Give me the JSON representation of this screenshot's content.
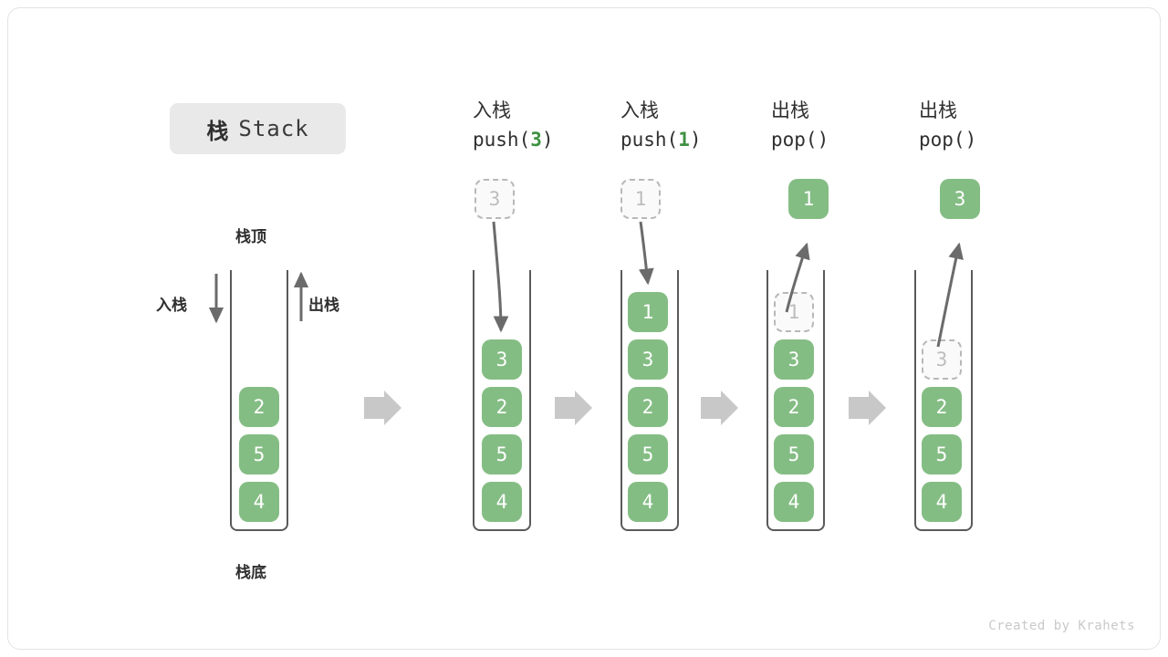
{
  "title": {
    "cn": "栈",
    "en": "Stack"
  },
  "labels": {
    "top": "栈顶",
    "bottom": "栈底",
    "push_side": "入栈",
    "pop_side": "出栈"
  },
  "watermark": "Created by Krahets",
  "colors": {
    "element_green": "#84bd84",
    "accent_green": "#3f9142",
    "ghost_border": "#b8b8b8",
    "ghost_text": "#bdbdbd",
    "tube_stroke": "#5a5a5a",
    "flow_arrow": "#c8c8c8",
    "curve_arrow": "#6b6b6b",
    "badge_bg": "#e9e9e9",
    "text": "#2f2f2f"
  },
  "columns": [
    {
      "id": "initial",
      "header_cn": "",
      "header_code": "",
      "header_arg": "",
      "floating": null,
      "stack": [
        {
          "value": "2",
          "state": "solid"
        },
        {
          "value": "5",
          "state": "solid"
        },
        {
          "value": "4",
          "state": "solid"
        }
      ]
    },
    {
      "id": "push-3",
      "header_cn": "入栈",
      "header_code_pre": "push(",
      "header_arg": "3",
      "header_code_post": ")",
      "floating": {
        "value": "3",
        "state": "ghost",
        "position": "above"
      },
      "stack": [
        {
          "value": "3",
          "state": "solid"
        },
        {
          "value": "2",
          "state": "solid"
        },
        {
          "value": "5",
          "state": "solid"
        },
        {
          "value": "4",
          "state": "solid"
        }
      ]
    },
    {
      "id": "push-1",
      "header_cn": "入栈",
      "header_code_pre": "push(",
      "header_arg": "1",
      "header_code_post": ")",
      "floating": {
        "value": "1",
        "state": "ghost",
        "position": "above"
      },
      "stack": [
        {
          "value": "1",
          "state": "solid"
        },
        {
          "value": "3",
          "state": "solid"
        },
        {
          "value": "2",
          "state": "solid"
        },
        {
          "value": "5",
          "state": "solid"
        },
        {
          "value": "4",
          "state": "solid"
        }
      ]
    },
    {
      "id": "pop-1",
      "header_cn": "出栈",
      "header_code_pre": "pop(",
      "header_arg": "",
      "header_code_post": ")",
      "floating": {
        "value": "1",
        "state": "solid",
        "position": "above"
      },
      "stack": [
        {
          "value": "1",
          "state": "ghost"
        },
        {
          "value": "3",
          "state": "solid"
        },
        {
          "value": "2",
          "state": "solid"
        },
        {
          "value": "5",
          "state": "solid"
        },
        {
          "value": "4",
          "state": "solid"
        }
      ]
    },
    {
      "id": "pop-3",
      "header_cn": "出栈",
      "header_code_pre": "pop(",
      "header_arg": "",
      "header_code_post": ")",
      "floating": {
        "value": "3",
        "state": "solid",
        "position": "above"
      },
      "stack": [
        {
          "value": "3",
          "state": "ghost"
        },
        {
          "value": "2",
          "state": "solid"
        },
        {
          "value": "5",
          "state": "solid"
        },
        {
          "value": "4",
          "state": "solid"
        }
      ]
    }
  ]
}
